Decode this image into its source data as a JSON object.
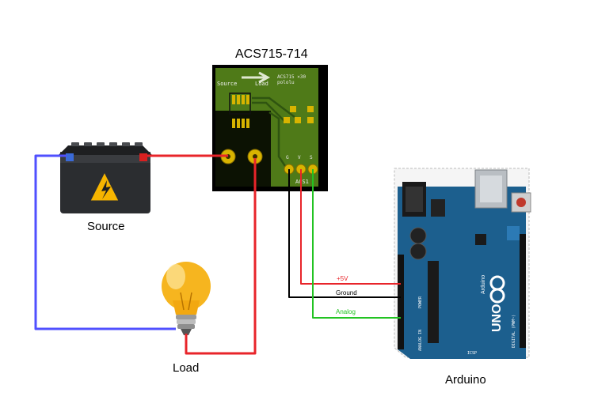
{
  "labels": {
    "sensor_title": "ACS715-714",
    "source": "Source",
    "load": "Load",
    "arduino": "Arduino",
    "wire_5v": "+5V",
    "wire_ground": "Ground",
    "wire_analog": "Analog"
  },
  "sensor_board": {
    "source_text": "Source",
    "load_text": "Load",
    "model_text": "ACS715 ×30",
    "brand_text": "pololu",
    "pin_labels": [
      "G",
      "V",
      "S"
    ],
    "tag_text": "ACS1"
  },
  "arduino_board": {
    "brand": "Arduino",
    "model": "UNO",
    "icsp": "ICSP",
    "power_header": "POWER",
    "analog_header": "ANALOG IN",
    "digital_header": "DIGITAL (PWM~)"
  },
  "colors": {
    "wire_red": "#e8242a",
    "wire_blue": "#5050ff",
    "wire_green": "#22c322",
    "wire_black": "#000000",
    "sensor_board": "#000000",
    "pcb_green": "#4f7a18",
    "arduino_blue": "#1c5f8e",
    "battery_body": "#2b2d30",
    "bulb_glass": "#f6b51f"
  }
}
